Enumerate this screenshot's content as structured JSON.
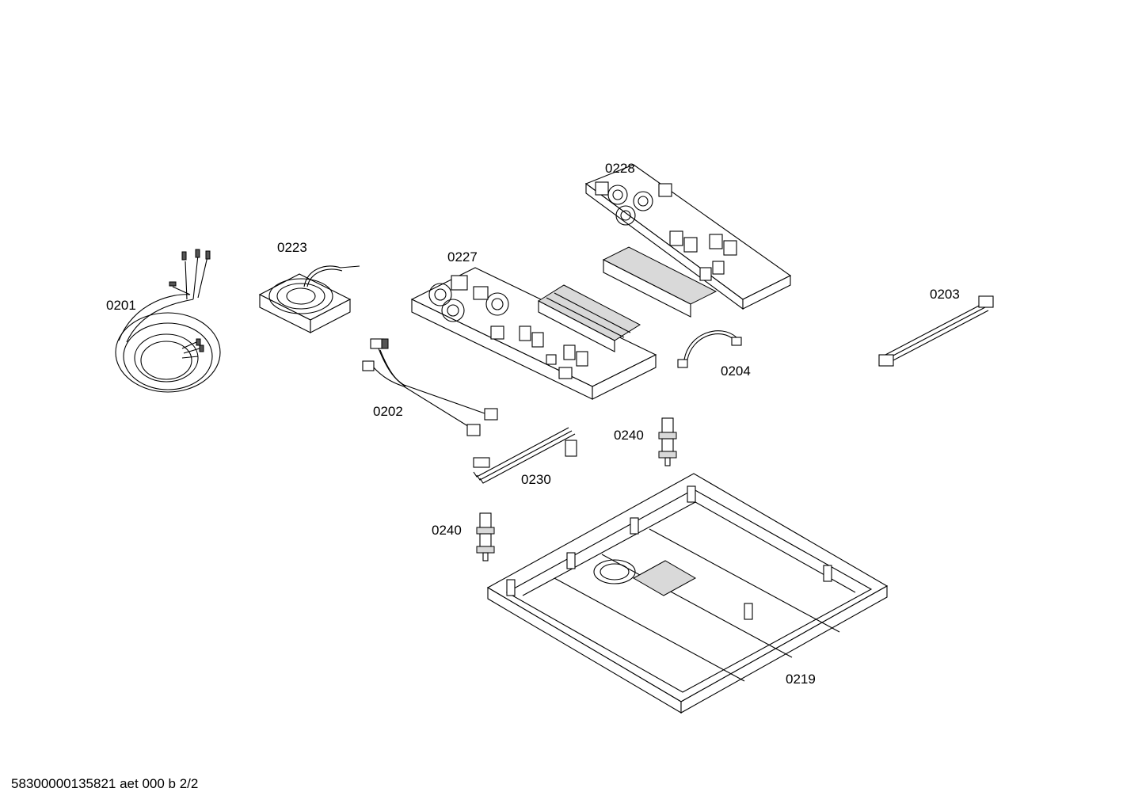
{
  "diagram": {
    "parts": [
      {
        "id": "0201",
        "label": "0201",
        "name": "power-cable"
      },
      {
        "id": "0223",
        "label": "0223",
        "name": "fan"
      },
      {
        "id": "0227",
        "label": "0227",
        "name": "power-module-left"
      },
      {
        "id": "0228",
        "label": "0228",
        "name": "power-module-right"
      },
      {
        "id": "0202",
        "label": "0202",
        "name": "y-cable-harness"
      },
      {
        "id": "0204",
        "label": "0204",
        "name": "short-cable"
      },
      {
        "id": "0203",
        "label": "0203",
        "name": "ribbon-cable"
      },
      {
        "id": "0230",
        "label": "0230",
        "name": "flat-cable"
      },
      {
        "id": "0240a",
        "label": "0240",
        "name": "spacer-upper"
      },
      {
        "id": "0240b",
        "label": "0240",
        "name": "spacer-lower"
      },
      {
        "id": "0219",
        "label": "0219",
        "name": "housing-tray"
      }
    ]
  },
  "footer": {
    "text": "58300000135821 aet 000 b 2/2"
  }
}
